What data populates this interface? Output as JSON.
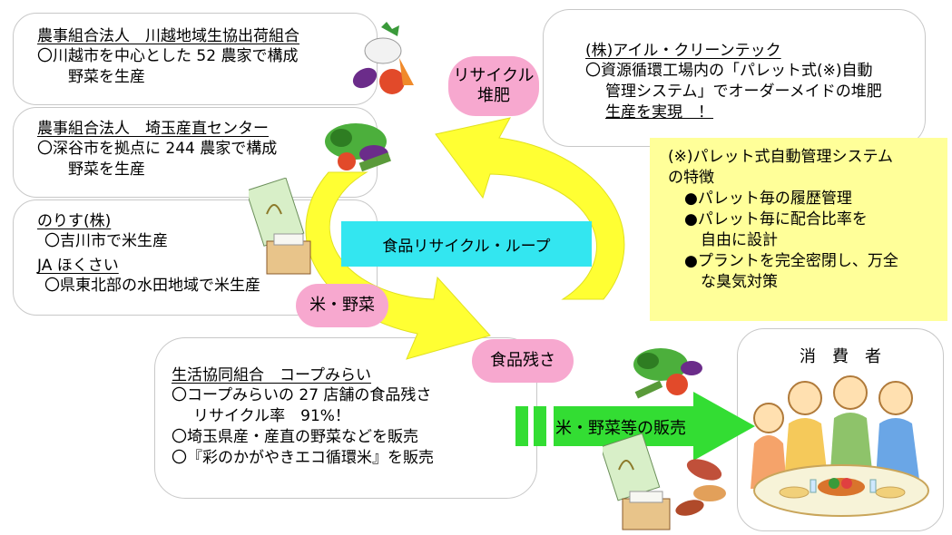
{
  "producers": [
    {
      "title": "農事組合法人　川越地域生協出荷組合",
      "lines": [
        "〇川越市を中心とした 52 農家で構成",
        "野菜を生産"
      ]
    },
    {
      "title": "農事組合法人　埼玉産直センター",
      "lines": [
        "〇深谷市を拠点に 244 農家で構成",
        "野菜を生産"
      ]
    },
    {
      "title": "のりす(株)",
      "lines": [
        "〇吉川市で米生産"
      ],
      "title2": "JA ほくさい",
      "lines2": [
        "〇県東北部の水田地域で米生産"
      ]
    }
  ],
  "recycler": {
    "title": "(株)アイル・クリーンテック",
    "lines": [
      "〇資源循環工場内の「パレット式(※)自動",
      "管理システム」でオーダーメイドの堆肥",
      "生産を実現　！"
    ]
  },
  "note": {
    "lines": [
      "(※)パレット式自動管理システム",
      "の特徴",
      "●パレット毎の履歴管理",
      "●パレット毎に配合比率を",
      "自由に設計",
      "●プラントを完全密閉し、万全",
      "な臭気対策"
    ]
  },
  "coop": {
    "title": "生活協同組合　コープみらい",
    "lines": [
      "〇コープみらいの 27 店舗の食品残さ",
      "リサイクル率　91%！",
      "〇埼玉県産・産直の野菜などを販売",
      "〇『彩のかがやきエコ循環米』を販売"
    ]
  },
  "loop": {
    "center_label": "食品リサイクル・ループ",
    "compost_label_1": "リサイクル",
    "compost_label_2": "堆肥",
    "rice_veg_label": "米・野菜",
    "food_waste_label": "食品残さ"
  },
  "sales": {
    "label": "米・野菜等の販売"
  },
  "consumer": {
    "label": "消　費　者"
  },
  "colors": {
    "loop_arrow": "#ffff33",
    "center_box": "#33e6f0",
    "pill": "#f7a8cf",
    "note_bg": "#ffff99",
    "sales_arrow": "#33dd33"
  }
}
